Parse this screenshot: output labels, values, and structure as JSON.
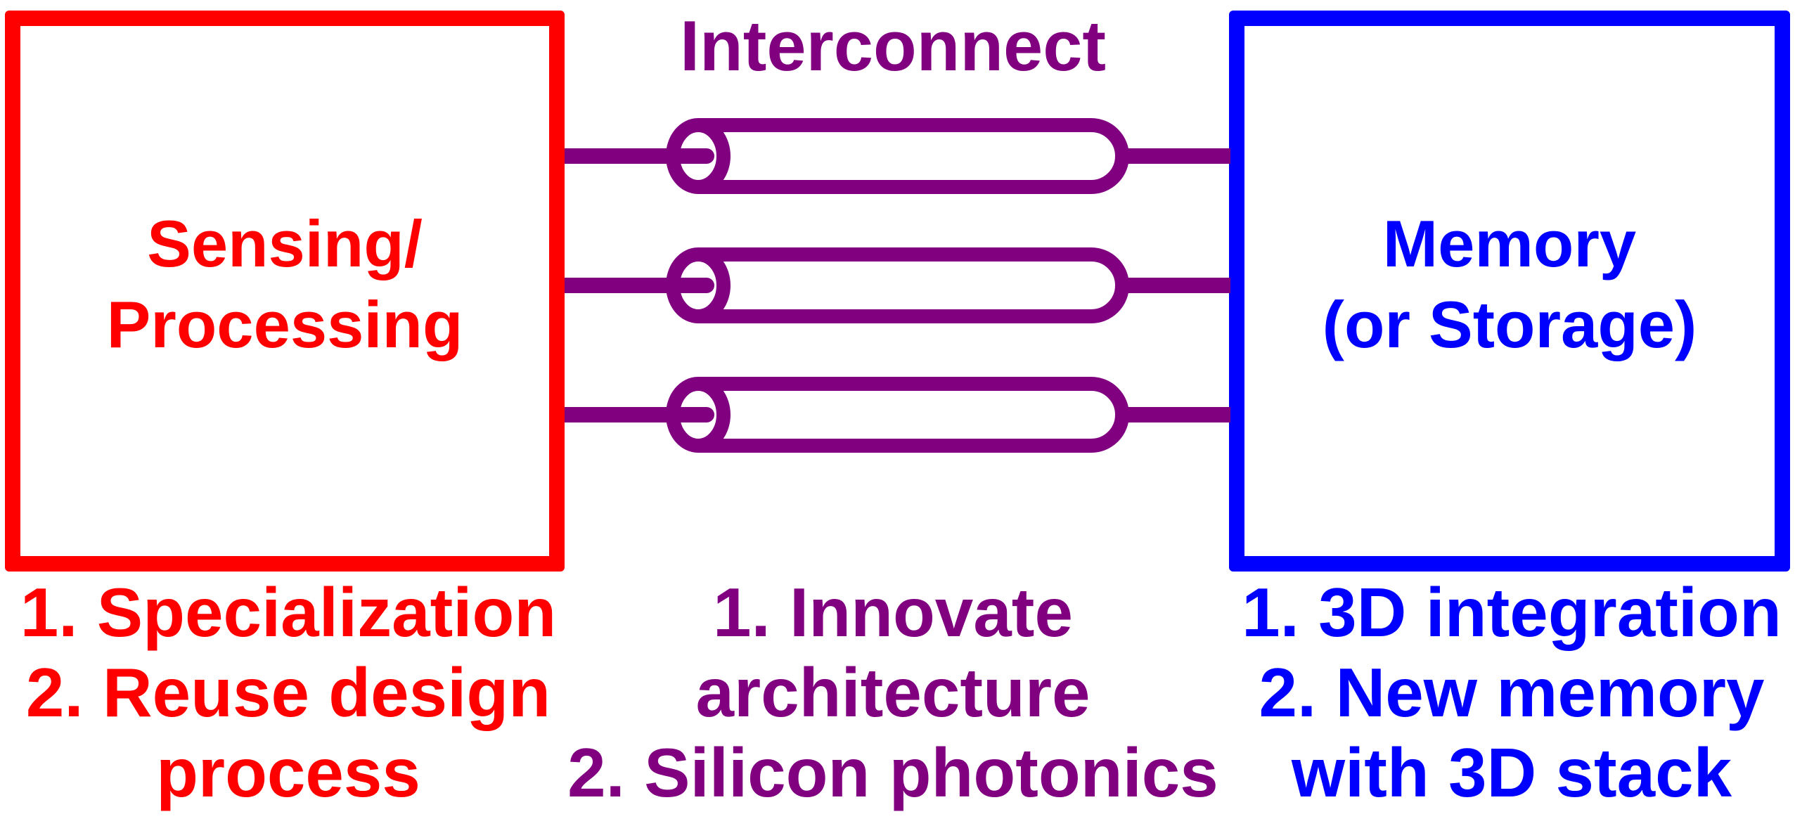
{
  "interconnect": {
    "title": "Interconnect",
    "color": "#800080",
    "channel_count": 3,
    "notes": [
      "1. Innovate",
      "architecture",
      "2. Silicon photonics"
    ]
  },
  "left_box": {
    "color": "#ff0000",
    "label_lines": [
      "Sensing/",
      "Processing"
    ],
    "notes": [
      "1. Specialization",
      "2. Reuse design",
      "process"
    ]
  },
  "right_box": {
    "color": "#0000ff",
    "label_lines": [
      "Memory",
      "(or Storage)"
    ],
    "notes": [
      "1. 3D integration",
      "2. New memory",
      "with 3D stack"
    ]
  }
}
